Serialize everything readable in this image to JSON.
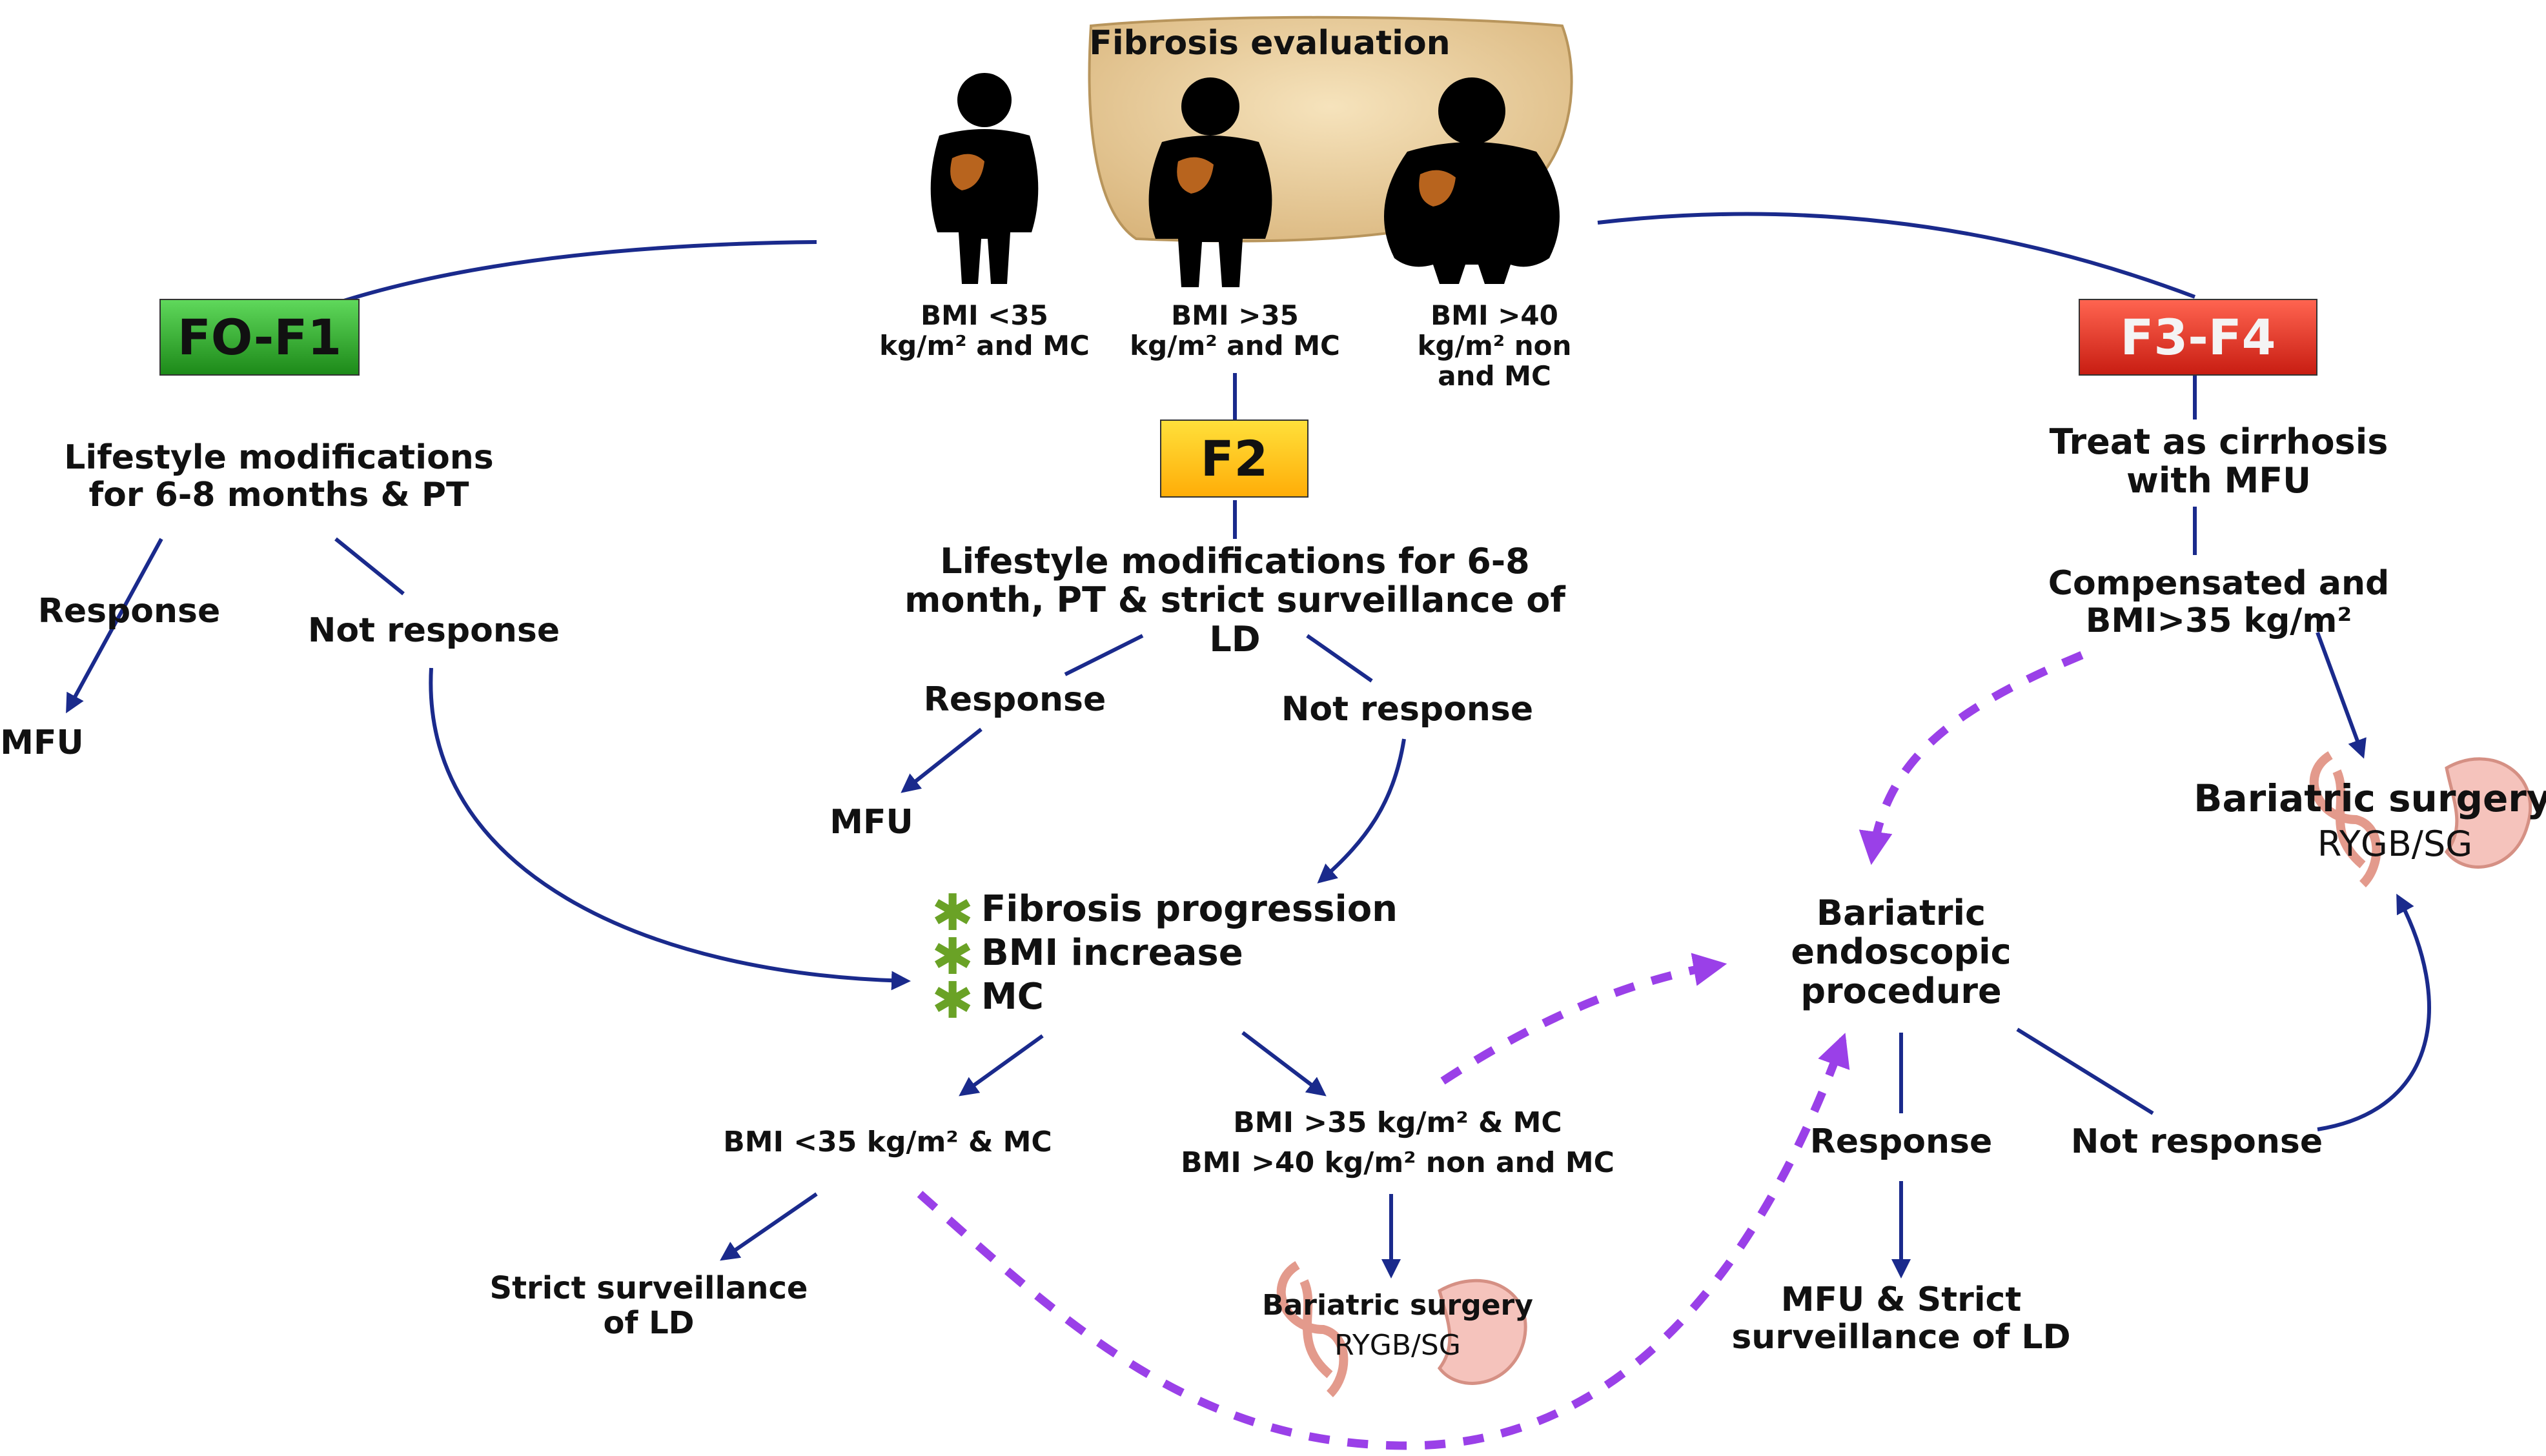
{
  "header": {
    "fibrosis_evaluation": "Fibrosis evaluation",
    "bmi_35_mc": "BMI <35 kg/m² and MC",
    "bmi_gt35_mc": "BMI >35 kg/m² and MC",
    "bmi_gt40_nonmc": "BMI >40 kg/m² non and MC"
  },
  "stages": {
    "f0_f1": "FO-F1",
    "f2": "F2",
    "f3_f4": "F3-F4"
  },
  "left_branch": {
    "lifestyle": "Lifestyle modifications for 6-8 months & PT",
    "response": "Response",
    "not_response": "Not response",
    "mfu": "MFU"
  },
  "middle_branch": {
    "lifestyle": "Lifestyle modifications for 6-8 month, PT & strict surveillance of LD",
    "response": "Response",
    "not_response": "Not response",
    "mfu": "MFU",
    "fibrosis_progression": "Fibrosis progression",
    "bmi_increase": "BMI increase",
    "mc": "MC",
    "bmi_lt35": "BMI <35 kg/m² & MC",
    "bmi_gt35": "BMI >35 kg/m² & MC",
    "bmi_gt40": "BMI >40 kg/m² non and MC",
    "strict_surveillance": "Strict surveillance of LD",
    "bariatric_surgery": "Bariatric surgery",
    "rygb_sg": "RYGB/SG"
  },
  "right_branch": {
    "treat": "Treat as cirrhosis with MFU",
    "compensated": "Compensated and BMI>35 kg/m²",
    "bariatric_surgery": "Bariatric surgery",
    "rygb_sg": "RYGB/SG",
    "endoscopic": "Bariatric endoscopic procedure",
    "response": "Response",
    "not_response": "Not response",
    "mfu_strict": "MFU & Strict surveillance of LD"
  },
  "colors": {
    "blue_arrow": "#1a2a8c",
    "purple_dashed": "#9a40e8",
    "green_box": "#2aa524",
    "yellow_box": "#ffc21a",
    "red_box": "#e03524",
    "star": "#6aa226"
  },
  "icons": [
    "person-icon",
    "liver-icon",
    "stomach-icon"
  ]
}
